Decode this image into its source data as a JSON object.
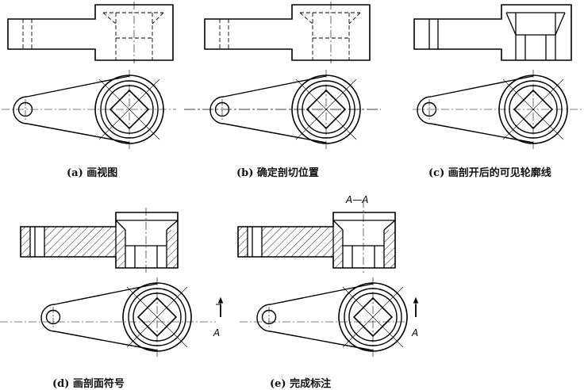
{
  "panels": [
    {
      "id": "a",
      "caption": "(a) 画视图"
    },
    {
      "id": "b",
      "caption": "(b) 确定剖切位置"
    },
    {
      "id": "c",
      "caption": "(c) 画剖开后的可见轮廓线"
    },
    {
      "id": "d",
      "caption": "(d) 画剖面符号"
    },
    {
      "id": "e",
      "caption": "(e) 完成标注"
    }
  ],
  "labels": {
    "section_title": "A—A",
    "cut_left": "A",
    "cut_right": "A"
  }
}
